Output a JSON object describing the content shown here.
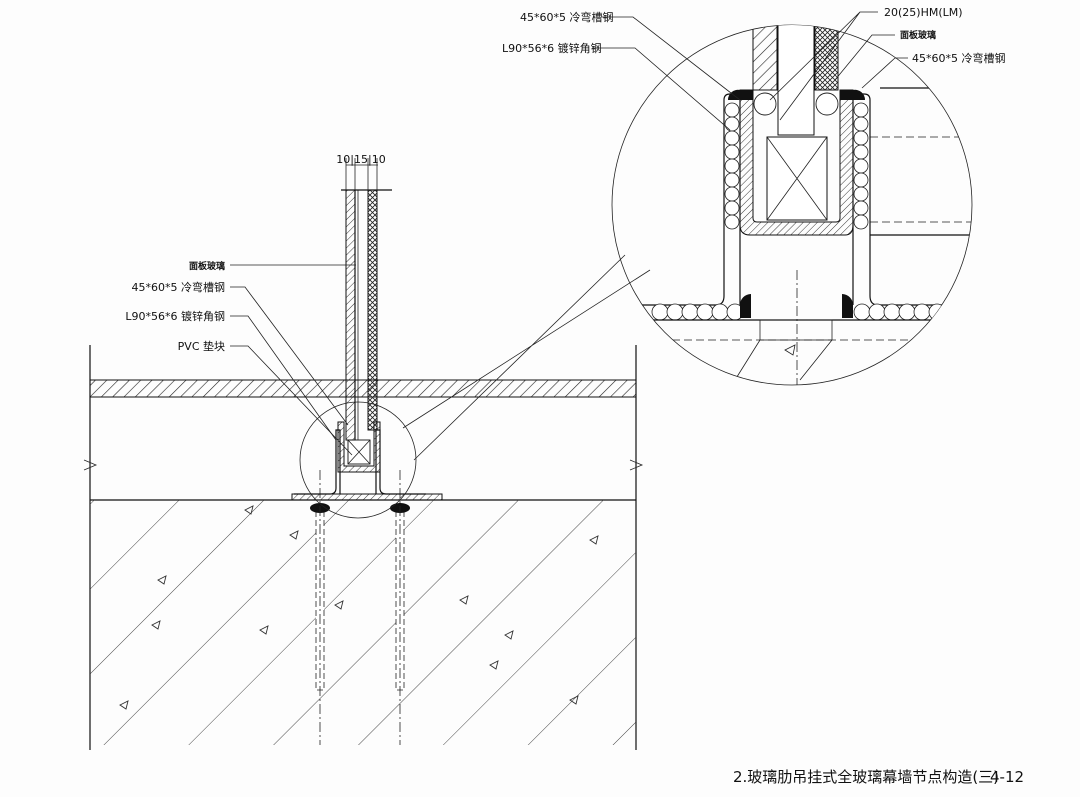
{
  "dimension": {
    "label": "10|15|10"
  },
  "left_labels": {
    "panel_glass": "面板玻璃",
    "channel_steel": "45*60*5 冷弯槽钢",
    "angle_steel": "L90*56*6 镀锌角钢",
    "pvc_block": "PVC 垫块"
  },
  "detail_labels": {
    "channel_steel_left": "45*60*5 冷弯槽钢",
    "angle_steel": "L90*56*6 镀锌角钢",
    "sealant": "20(25)HM(LM)",
    "panel_glass": "面板玻璃",
    "channel_steel_right": "45*60*5 冷弯槽钢"
  },
  "footer": {
    "title": "2.玻璃肋吊挂式全玻璃幕墙节点构造(三)",
    "page": "4-12"
  }
}
